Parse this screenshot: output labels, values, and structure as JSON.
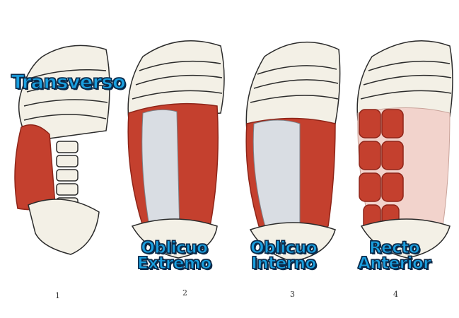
{
  "panels": [
    {
      "label_lines": [
        "Transverso"
      ],
      "number": "1"
    },
    {
      "label_lines": [
        "Oblicuo",
        "Extremo"
      ],
      "number": "2"
    },
    {
      "label_lines": [
        "Oblicuo",
        "Interno"
      ],
      "number": "3"
    },
    {
      "label_lines": [
        "Recto",
        "Anterior"
      ],
      "number": "4"
    }
  ],
  "colors": {
    "bone": "#f3f0e6",
    "bone_outline": "#2b2b2b",
    "muscle": "#c4402e",
    "muscle_dark": "#8e2418",
    "fascia": "#d9dde3",
    "label_fill": "#1aa0e0",
    "label_outline": "#0b2a4a"
  }
}
